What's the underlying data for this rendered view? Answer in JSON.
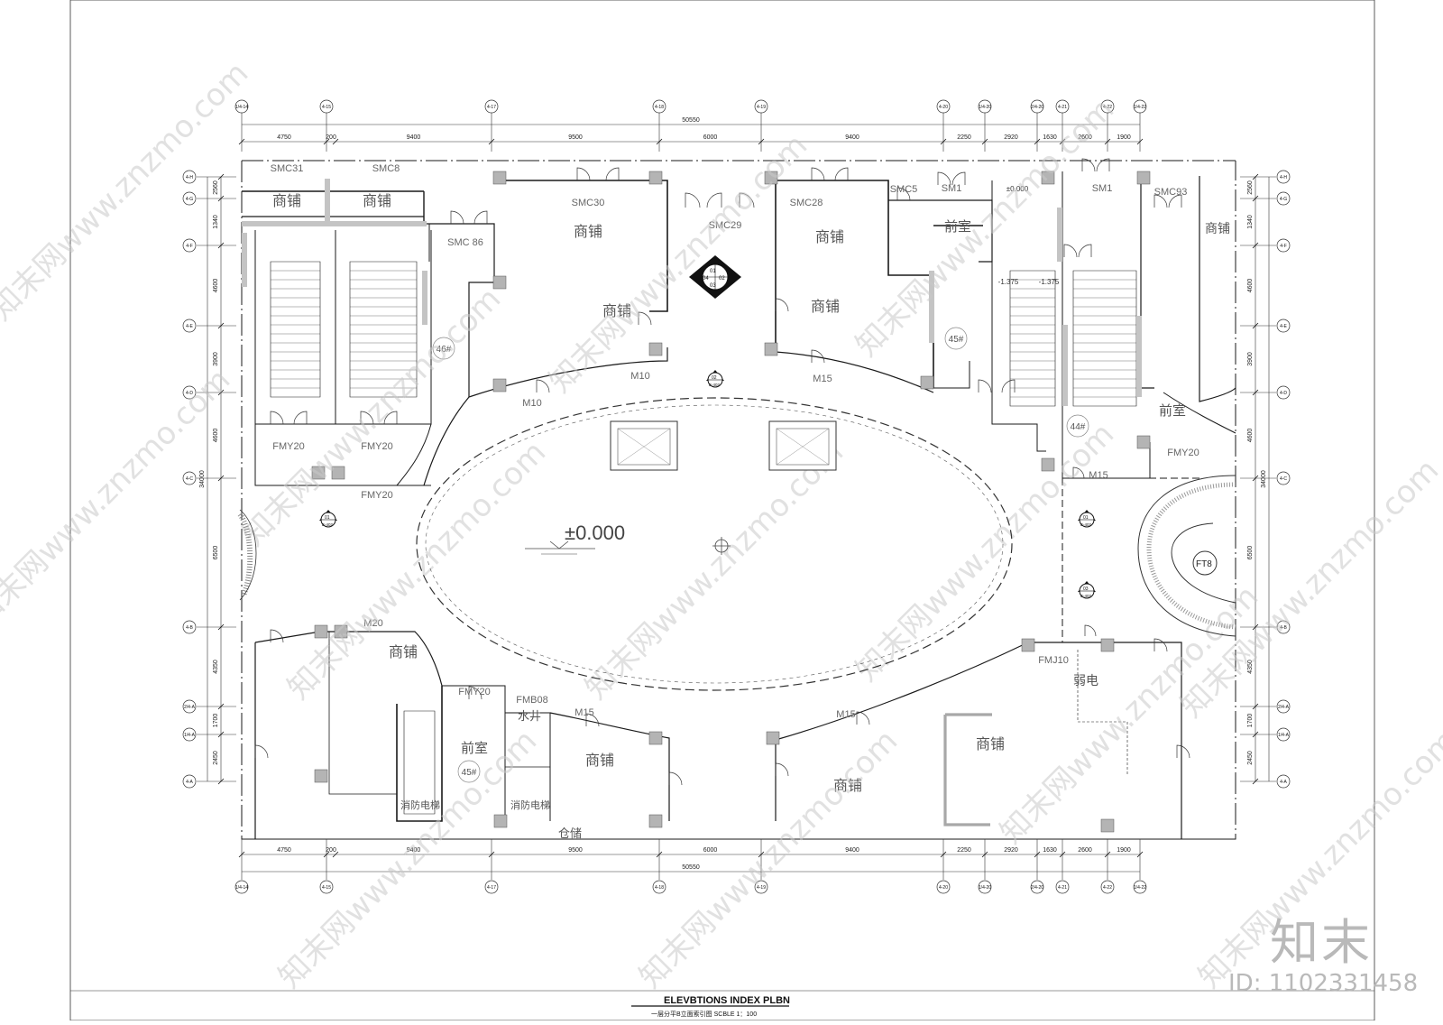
{
  "drawing": {
    "title": "ELEVBTIONS INDEX PLBN",
    "subtitle": "一层分平B立面索引图 SCBLE 1：100",
    "elevation": "±0.000",
    "elevation_small": "±0.000",
    "level_a": "-1.375",
    "level_b": "-1.375",
    "colors": {
      "line": "#1a1a1a",
      "grey": "#b4b4b4",
      "watermark": "#c8c8c8"
    }
  },
  "axes": {
    "top": [
      "1/4-14",
      "4-15",
      "4-17",
      "4-18",
      "4-19",
      "4-20",
      "1/4-20",
      "2/4-20",
      "4-21",
      "4-22",
      "1/4-22"
    ],
    "left": [
      "4-H",
      "4-G",
      "4-F",
      "4-E",
      "4-D",
      "4-C",
      "4-B",
      "2/4-A",
      "1/4-A",
      "4-A"
    ],
    "right": [
      "4-H",
      "4-G",
      "4-F",
      "4-E",
      "4-D",
      "4-C",
      "4-B",
      "2/4-A",
      "1/4-A",
      "4-A"
    ]
  },
  "dims": {
    "top_total": "50550",
    "top": [
      "4750",
      "200",
      "9400",
      "9500",
      "6000",
      "9400",
      "2250",
      "2920",
      "1630",
      "2600",
      "1900"
    ],
    "left_total": "34000",
    "left": [
      "2560",
      "1340",
      "4600",
      "3900",
      "4600",
      "6500",
      "4350",
      "1700",
      "2450"
    ],
    "right_total": "34000",
    "right": [
      "2560",
      "1340",
      "4600",
      "3900",
      "4600",
      "6500",
      "4350",
      "1700",
      "2450"
    ]
  },
  "rooms": {
    "shop_label": "商铺",
    "front_room": "前室",
    "weak_elec": "弱电",
    "water_well": "水井",
    "fire_elevator": "消防电梯",
    "storage": "仓储",
    "bldg_46": "46#",
    "bldg_45": "45#",
    "bldg_44": "44#",
    "bldg_45b": "45#",
    "ft8": "FT8"
  },
  "doors": [
    "SMC31",
    "SMC8",
    "SMC30",
    "SMC29",
    "SMC28",
    "SMC5",
    "SM1",
    "SM1",
    "SMC93",
    "SMC 86",
    "FMY20",
    "M10",
    "M15",
    "M20",
    "FMJ10",
    "FMB08"
  ],
  "elev_marks": {
    "diamond_top": "01",
    "diamond_left": "04",
    "diamond_right": "02",
    "diamond_bottom": "03",
    "diamond_sheet": "E-401",
    "tri1": "01",
    "tri2": "01",
    "tri3": "03",
    "tri4": "02",
    "tri_sheet": "E-402"
  },
  "watermark": {
    "text": "知末网www.znzmo.com"
  },
  "brand": {
    "logo": "知末",
    "id": "ID: 1102331458"
  }
}
